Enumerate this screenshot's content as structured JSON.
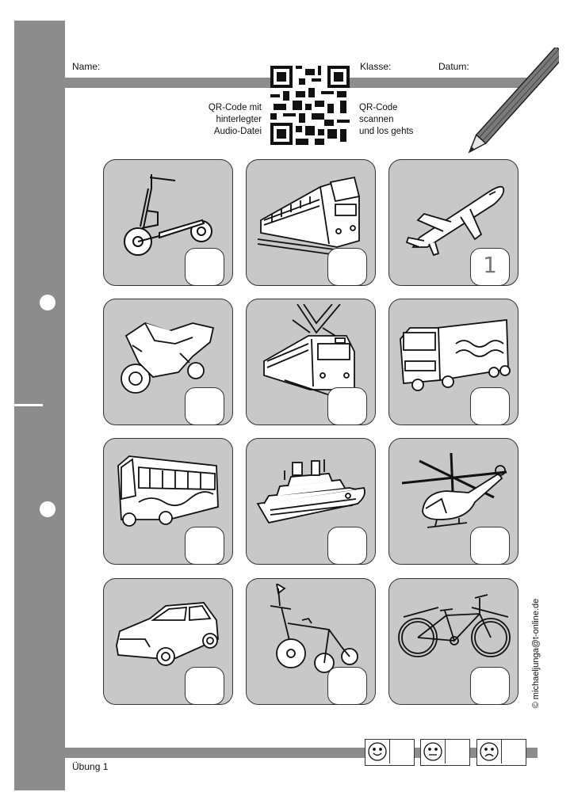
{
  "header": {
    "name_label": "Name:",
    "class_label": "Klasse:",
    "date_label": "Datum:",
    "qr_left_text": [
      "QR-Code mit",
      "hinterlegter",
      "Audio-Datei"
    ],
    "qr_right_text": [
      "QR-Code",
      "scannen",
      "und los gehts"
    ]
  },
  "cards": [
    {
      "icon": "scooter-icon",
      "number": ""
    },
    {
      "icon": "train-icon",
      "number": ""
    },
    {
      "icon": "airplane-icon",
      "number": "1"
    },
    {
      "icon": "motorcycle-icon",
      "number": ""
    },
    {
      "icon": "tram-icon",
      "number": ""
    },
    {
      "icon": "truck-icon",
      "number": ""
    },
    {
      "icon": "bus-icon",
      "number": ""
    },
    {
      "icon": "ship-icon",
      "number": ""
    },
    {
      "icon": "helicopter-icon",
      "number": ""
    },
    {
      "icon": "car-icon",
      "number": ""
    },
    {
      "icon": "tricycle-icon",
      "number": ""
    },
    {
      "icon": "bicycle-icon",
      "number": ""
    }
  ],
  "footer": {
    "exercise_label": "Übung 1",
    "copyright": "© michaeljunga@t-online.de",
    "ratings": [
      "happy-face-icon",
      "neutral-face-icon",
      "sad-face-icon"
    ]
  },
  "colors": {
    "binder": "#8c8c8c",
    "card": "#c8c8c8"
  }
}
